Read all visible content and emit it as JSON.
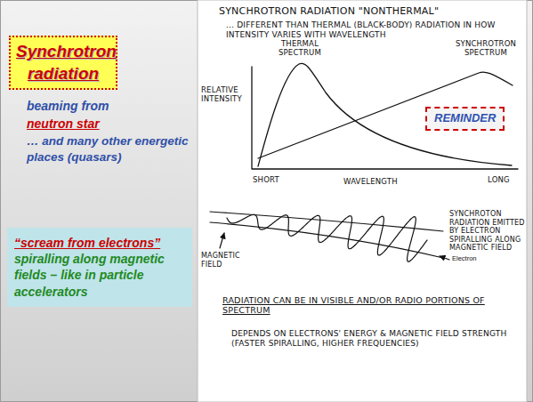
{
  "diagram": {
    "nodes": [
      {
        "text": [
          "Synchrotron radiation"
        ]
      },
      {
        "text": [
          "REMINDER"
        ]
      },
      {
        "text": [
          "“scream from electrons”",
          "spiralling along magnetic fields – like in particle accelerators"
        ]
      }
    ],
    "labels": [
      "beaming from",
      "neutron star",
      "… and many other energetic places (quasars)",
      "SYNCHROTRON RADIATION \"NONTHERMAL\"",
      "... DIFFERENT THAN THERMAL (BLACK-BODY) RADIATION IN HOW INTENSITY VARIES WITH WAVELENGTH",
      "THERMAL SPECTRUM",
      "SYNCHROTRON SPECTRUM",
      "RELATIVE INTENSITY",
      "SHORT",
      "WAVELENGTH",
      "LONG",
      "MAGNETIC FIELD",
      "Electron",
      "SYNCHROTON RADIATION EMITTED BY ELECTRON SPIRALLING ALONG MAGNETIC FIELD",
      "RADIATION CAN BE IN VISIBLE AND/OR RADIO PORTIONS OF SPECTRUM",
      "DEPENDS ON ELECTRONS' ENERGY & MAGNETIC FIELD STRENGTH (FASTER SPIRALLING, HIGHER FREQUENCIES)"
    ]
  }
}
